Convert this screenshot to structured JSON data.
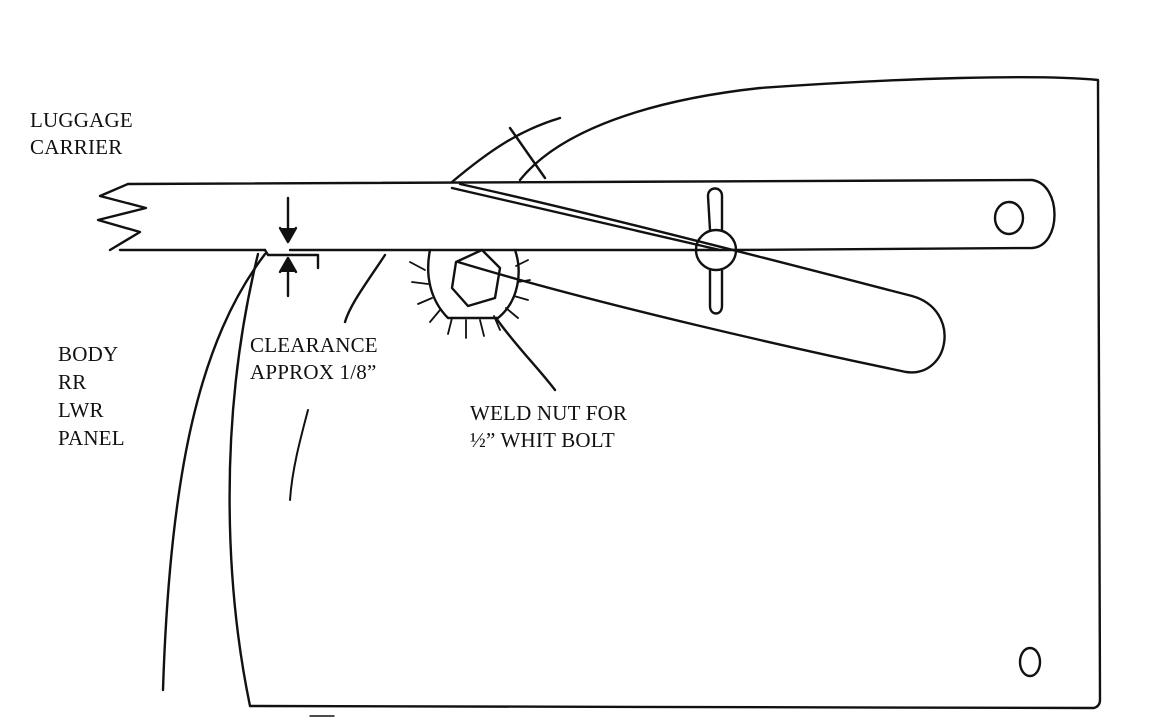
{
  "labels": {
    "luggage_carrier": [
      "LUGGAGE",
      "CARRIER"
    ],
    "body_panel": [
      "BODY",
      "RR",
      "LWR",
      "PANEL"
    ],
    "clearance": [
      "CLEARANCE",
      "APPROX 1/8”"
    ],
    "weld_nut": [
      "WELD NUT FOR",
      "½” WHIT BOLT"
    ]
  },
  "colors": {
    "line": "#111111",
    "background": "#ffffff"
  }
}
